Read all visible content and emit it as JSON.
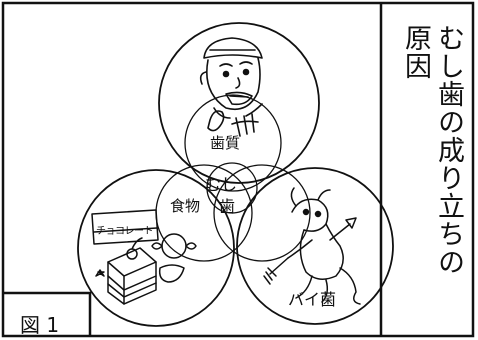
{
  "title": {
    "line1": "むし歯の成り立ちの",
    "line2": "原因"
  },
  "circles": {
    "teeth": "歯質",
    "food": "食物",
    "bacteria": "バイ菌"
  },
  "center": {
    "line1": "むし",
    "line2": "歯"
  },
  "illustration": {
    "chocolate_wrapper": "チョコレート"
  },
  "figure_label": "図 1"
}
